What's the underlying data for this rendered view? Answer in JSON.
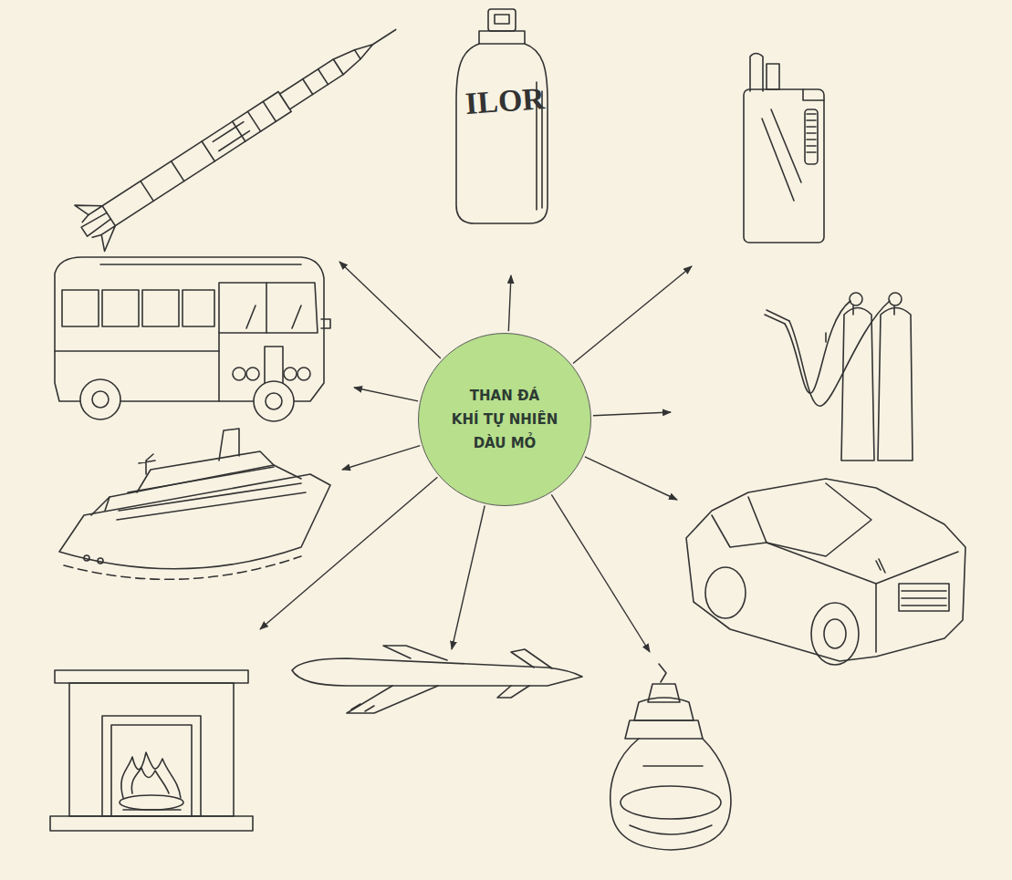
{
  "diagram": {
    "nodes": [
      {
        "text": [
          "THAN ĐÁ",
          "KHÍ TỰ NHIÊN",
          "DÀU MỎ"
        ]
      }
    ],
    "labels": [
      "ILOR"
    ]
  }
}
